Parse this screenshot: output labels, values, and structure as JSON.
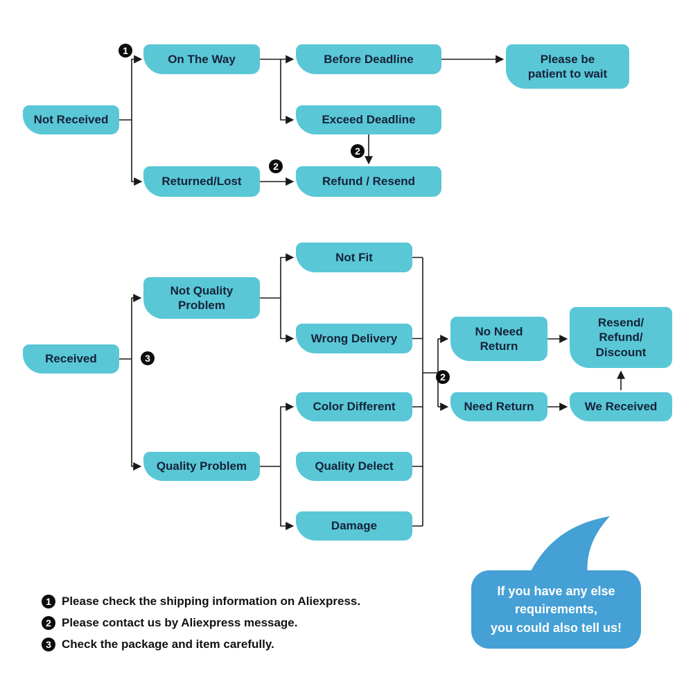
{
  "colors": {
    "box": "#59c7d6",
    "boxtext": "#152238",
    "bubble": "#45a0d5",
    "line": "#1a1a1a"
  },
  "nodes": {
    "not_received": "Not Received",
    "on_the_way": "On The Way",
    "before_deadline": "Before Deadline",
    "patient": "Please be\npatient to wait",
    "exceed_deadline": "Exceed Deadline",
    "returned_lost": "Returned/Lost",
    "refund_resend": "Refund / Resend",
    "received": "Received",
    "not_quality_problem": "Not Quality\nProblem",
    "quality_problem": "Quality Problem",
    "not_fit": "Not Fit",
    "wrong_delivery": "Wrong Delivery",
    "color_different": "Color Different",
    "quality_delect": "Quality Delect",
    "damage": "Damage",
    "no_need_return": "No Need\nReturn",
    "need_return": "Need Return",
    "resend_refund_discount": "Resend/\nRefund/\nDiscount",
    "we_received": "We Received"
  },
  "badges": {
    "b1": "1",
    "b2": "2",
    "b3": "3"
  },
  "legend": [
    {
      "num": "1",
      "text": "Please check the shipping information on Aliexpress."
    },
    {
      "num": "2",
      "text": "Please contact us by Aliexpress message."
    },
    {
      "num": "3",
      "text": "Check the package and item carefully."
    }
  ],
  "bubble": {
    "text": "If you have any else\nrequirements,\nyou could also tell us!"
  }
}
